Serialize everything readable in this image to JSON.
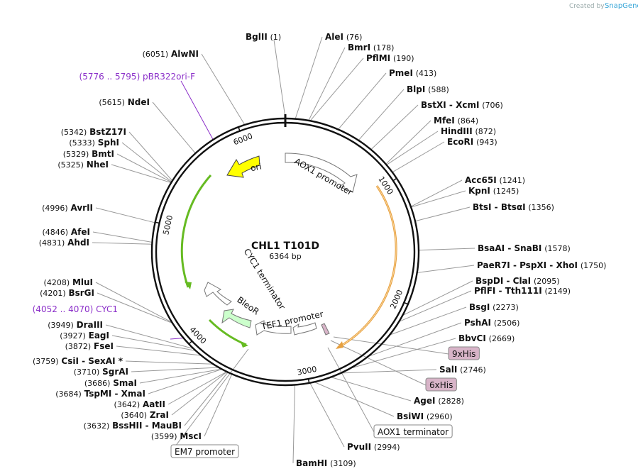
{
  "credit": {
    "prefix": "Created by",
    "brand": "SnapGene"
  },
  "plasmid": {
    "name": "CHL1 T101D",
    "length": "6364 bp",
    "total": 6364
  },
  "ticks": [
    "1000",
    "2000",
    "3000",
    "4000",
    "5000",
    "6000"
  ],
  "enzymes": [
    {
      "name": "BglII",
      "pos": "(1)",
      "bp": 1
    },
    {
      "name": "AleI",
      "pos": "(76)",
      "bp": 76
    },
    {
      "name": "BmrI",
      "pos": "(178)",
      "bp": 178
    },
    {
      "name": "PflMI",
      "pos": "(190)",
      "bp": 190
    },
    {
      "name": "PmeI",
      "pos": "(413)",
      "bp": 413
    },
    {
      "name": "BlpI",
      "pos": "(588)",
      "bp": 588
    },
    {
      "name": "BstXI - XcmI",
      "pos": "(706)",
      "bp": 706
    },
    {
      "name": "MfeI",
      "pos": "(864)",
      "bp": 864
    },
    {
      "name": "HindIII",
      "pos": "(872)",
      "bp": 872
    },
    {
      "name": "EcoRI",
      "pos": "(943)",
      "bp": 943
    },
    {
      "name": "Acc65I",
      "pos": "(1241)",
      "bp": 1241
    },
    {
      "name": "KpnI",
      "pos": "(1245)",
      "bp": 1245
    },
    {
      "name": "BtsI - BtsαI",
      "pos": "(1356)",
      "bp": 1356
    },
    {
      "name": "BsaAI - SnaBI",
      "pos": "(1578)",
      "bp": 1578
    },
    {
      "name": "PaeR7I - PspXI - XhoI",
      "pos": "(1750)",
      "bp": 1750
    },
    {
      "name": "BspDI - ClaI",
      "pos": "(2095)",
      "bp": 2095
    },
    {
      "name": "PflFI - Tth111I",
      "pos": "(2149)",
      "bp": 2149
    },
    {
      "name": "BsgI",
      "pos": "(2273)",
      "bp": 2273
    },
    {
      "name": "PshAI",
      "pos": "(2506)",
      "bp": 2506
    },
    {
      "name": "BbvCI",
      "pos": "(2669)",
      "bp": 2669
    },
    {
      "name": "SalI",
      "pos": "(2746)",
      "bp": 2746
    },
    {
      "name": "AgeI",
      "pos": "(2828)",
      "bp": 2828
    },
    {
      "name": "BsiWI",
      "pos": "(2960)",
      "bp": 2960
    },
    {
      "name": "PvuII",
      "pos": "(2994)",
      "bp": 2994
    },
    {
      "name": "BamHI",
      "pos": "(3109)",
      "bp": 3109
    },
    {
      "name": "MscI",
      "pos": "(3599)",
      "bp": 3599
    },
    {
      "name": "BssHII - MauBI",
      "pos": "(3632)",
      "bp": 3632
    },
    {
      "name": "ZraI",
      "pos": "(3640)",
      "bp": 3640
    },
    {
      "name": "AatII",
      "pos": "(3642)",
      "bp": 3642
    },
    {
      "name": "TspMI - XmaI",
      "pos": "(3684)",
      "bp": 3684
    },
    {
      "name": "SmaI",
      "pos": "(3686)",
      "bp": 3686
    },
    {
      "name": "SgrAI",
      "pos": "(3710)",
      "bp": 3710
    },
    {
      "name": "CsiI - SexAI *",
      "pos": "(3759)",
      "bp": 3759
    },
    {
      "name": "FseI",
      "pos": "(3872)",
      "bp": 3872
    },
    {
      "name": "EagI",
      "pos": "(3927)",
      "bp": 3927
    },
    {
      "name": "DraIII",
      "pos": "(3949)",
      "bp": 3949
    },
    {
      "name": "BsrGI",
      "pos": "(4201)",
      "bp": 4201
    },
    {
      "name": "MluI",
      "pos": "(4208)",
      "bp": 4208
    },
    {
      "name": "AhdI",
      "pos": "(4831)",
      "bp": 4831
    },
    {
      "name": "AfeI",
      "pos": "(4846)",
      "bp": 4846
    },
    {
      "name": "AvrII",
      "pos": "(4996)",
      "bp": 4996
    },
    {
      "name": "NheI",
      "pos": "(5325)",
      "bp": 5325
    },
    {
      "name": "BmtI",
      "pos": "(5329)",
      "bp": 5329
    },
    {
      "name": "SphI",
      "pos": "(5333)",
      "bp": 5333
    },
    {
      "name": "BstZ17I",
      "pos": "(5342)",
      "bp": 5342
    },
    {
      "name": "NdeI",
      "pos": "(5615)",
      "bp": 5615
    },
    {
      "name": "AlwNI",
      "pos": "(6051)",
      "bp": 6051
    }
  ],
  "primers": [
    {
      "name": "pBR322ori-F",
      "range": "(5776 .. 5795)",
      "bp": 5785
    },
    {
      "name": "CYC1",
      "range": "(4052 .. 4070)",
      "bp": 4061
    }
  ],
  "boxed_features": [
    {
      "name": "9xHis",
      "style": "tag"
    },
    {
      "name": "6xHis",
      "style": "tag"
    },
    {
      "name": "AOX1 terminator",
      "style": "outline"
    },
    {
      "name": "EM7 promoter",
      "style": "outline"
    }
  ],
  "features": [
    {
      "name": "AOX1 promoter",
      "color": "#ffffff"
    },
    {
      "name": "ori",
      "color": "#ffff00"
    },
    {
      "name": "CYC1 terminator",
      "color": "#ffffff"
    },
    {
      "name": "BleoR",
      "color": "#ccffcc"
    },
    {
      "name": "TEF1 promoter",
      "color": "#ffffff"
    },
    {
      "name": "orange-arc",
      "color": "#f0b060"
    },
    {
      "name": "green-arcs",
      "color": "#66bb22"
    },
    {
      "name": "tag-fill",
      "color": "#d8b4c8"
    }
  ]
}
